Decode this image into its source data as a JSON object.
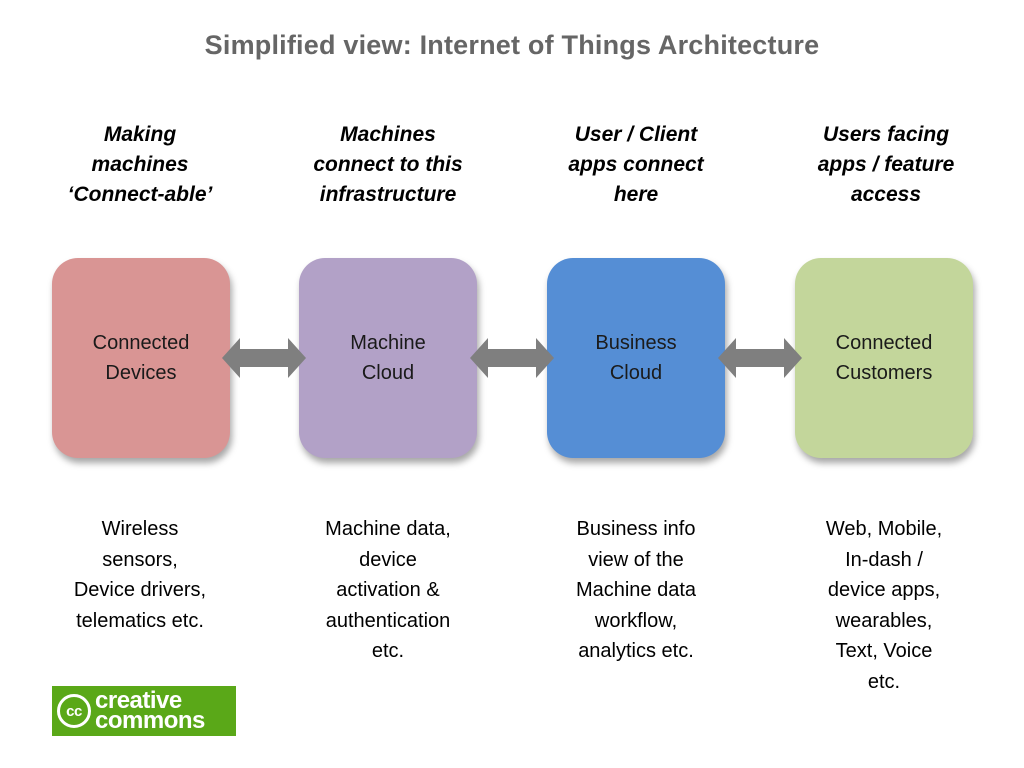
{
  "title": "Simplified view: Internet of Things Architecture",
  "columns": [
    {
      "caption": "Making\nmachines\n‘Connect-able’",
      "box_label": "Connected\nDevices",
      "box_color": "#d99594",
      "description": "Wireless\nsensors,\nDevice drivers,\ntelematics etc."
    },
    {
      "caption": "Machines\nconnect to this\ninfrastructure",
      "box_label": "Machine\nCloud",
      "box_color": "#b2a1c7",
      "description": "Machine data,\ndevice\nactivation &\nauthentication\netc."
    },
    {
      "caption": "User / Client\napps connect\nhere",
      "box_label": "Business\nCloud",
      "box_color": "#558ed5",
      "description": "Business info\nview of the\nMachine data\nworkflow,\nanalytics etc."
    },
    {
      "caption": "Users facing\napps / feature\naccess",
      "box_label": "Connected\nCustomers",
      "box_color": "#c3d69b",
      "description": "Web, Mobile,\nIn-dash /\ndevice apps,\nwearables,\nText, Voice\netc."
    }
  ],
  "arrow_color": "#7f7f7f",
  "logo": {
    "symbol": "cc",
    "line1": "creative",
    "line2": "commons",
    "color": "#5aa818"
  }
}
